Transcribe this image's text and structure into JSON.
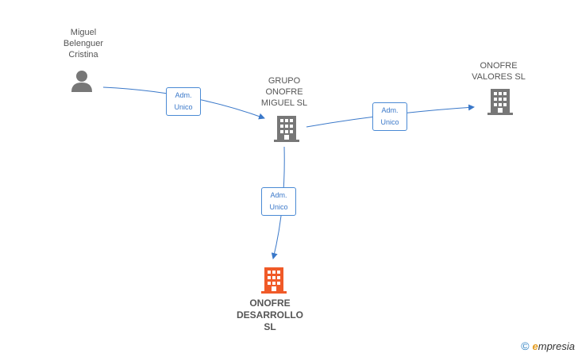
{
  "nodes": {
    "person": {
      "label": "Miguel\nBelenguer\nCristina",
      "color": "#777777"
    },
    "grupo": {
      "label": "GRUPO\nONOFRE\nMIGUEL SL",
      "color": "#777777"
    },
    "valores": {
      "label": "ONOFRE\nVALORES SL",
      "color": "#777777"
    },
    "desarrollo": {
      "label": "ONOFRE\nDESARROLLO\nSL",
      "color": "#f05a28"
    }
  },
  "edges": [
    {
      "from": "person",
      "to": "grupo",
      "label": "Adm.\nUnico"
    },
    {
      "from": "grupo",
      "to": "valores",
      "label": "Adm.\nUnico"
    },
    {
      "from": "grupo",
      "to": "desarrollo",
      "label": "Adm.\nUnico"
    }
  ],
  "colors": {
    "edge": "#3a78c9"
  },
  "brand": {
    "copyright": "©",
    "initial": "e",
    "name": "mpresia"
  }
}
